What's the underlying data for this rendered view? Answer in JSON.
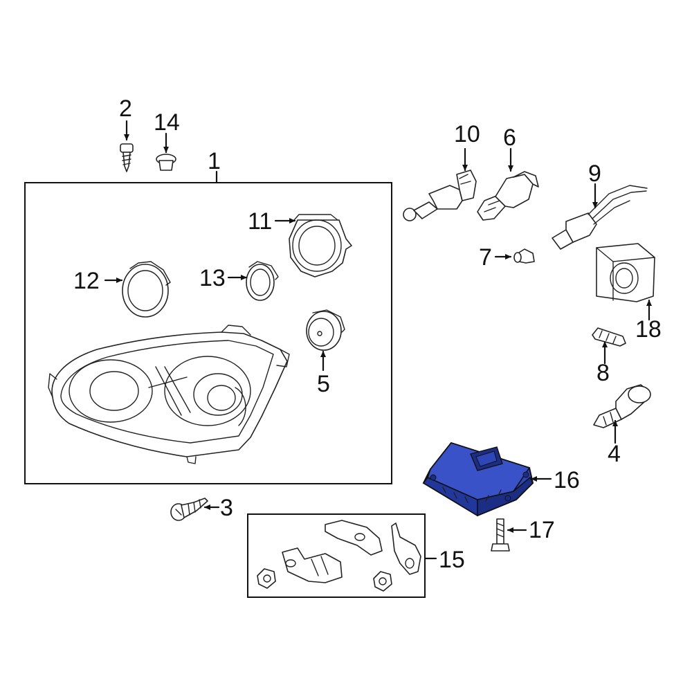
{
  "callouts": {
    "c1": "1",
    "c2": "2",
    "c3": "3",
    "c4": "4",
    "c5": "5",
    "c6": "6",
    "c7": "7",
    "c8": "8",
    "c9": "9",
    "c10": "10",
    "c11": "11",
    "c12": "12",
    "c13": "13",
    "c14": "14",
    "c15": "15",
    "c16": "16",
    "c17": "17",
    "c18": "18"
  },
  "colors": {
    "highlight": "#2f46b8",
    "highlight_dark": "#1c2d86",
    "line": "#111111",
    "panel_bg": "#ffffff"
  },
  "highlighted_part": "16"
}
